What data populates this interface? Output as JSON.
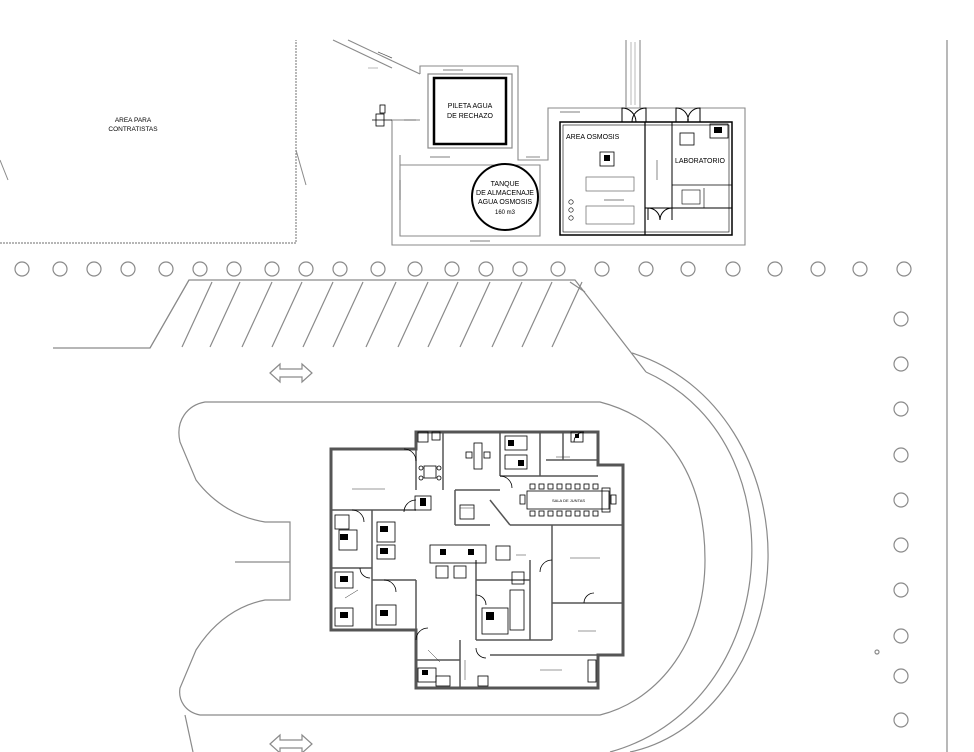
{
  "labels": {
    "contractors_area": [
      "AREA PARA",
      "CONTRATISTAS"
    ],
    "reject_pool": [
      "PILETA AGUA",
      "DE RECHAZO"
    ],
    "storage_tank": [
      "TANQUE",
      "DE ALMACENAJE",
      "AGUA OSMOSIS",
      "160 m3"
    ],
    "osmosis_area": "AREA OSMOSIS",
    "laboratory": "LABORATORIO",
    "meeting_room": "SALA DE JUNTAS"
  },
  "colors": {
    "line": "#000000",
    "light_line": "#8a8a8a",
    "background": "#ffffff"
  }
}
